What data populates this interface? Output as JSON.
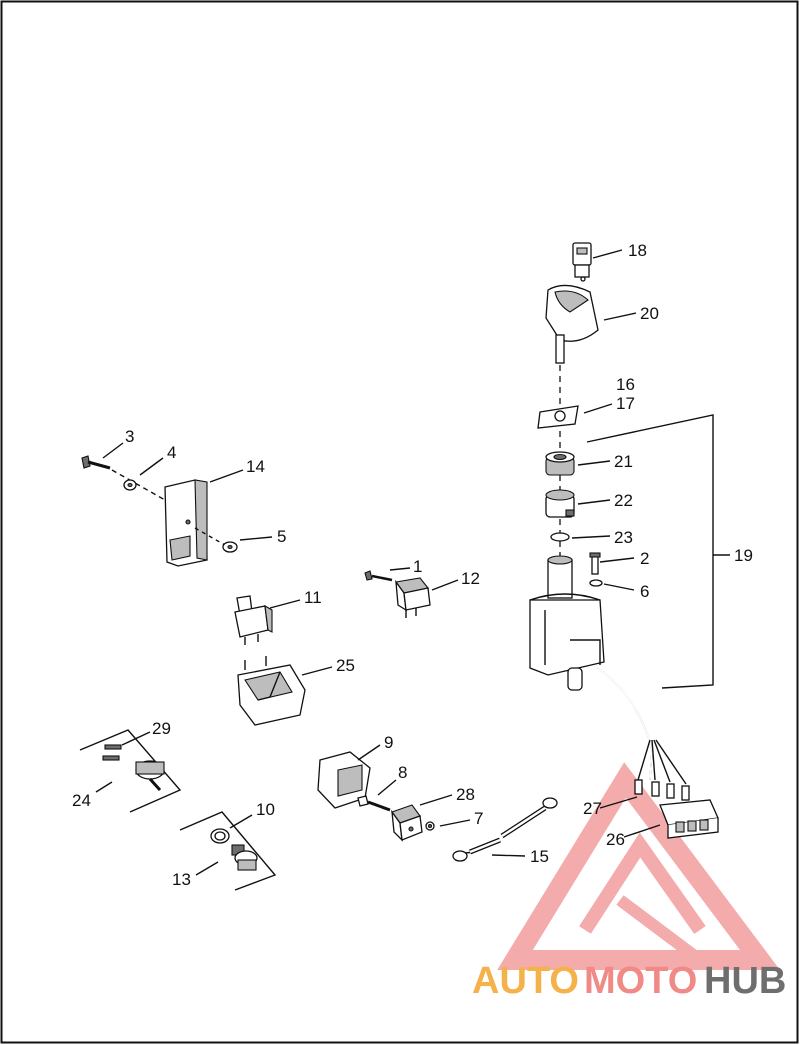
{
  "labels": {
    "l1": "1",
    "l2": "2",
    "l3": "3",
    "l4": "4",
    "l5": "5",
    "l6": "6",
    "l7": "7",
    "l8": "8",
    "l9": "9",
    "l10": "10",
    "l11": "11",
    "l12": "12",
    "l13": "13",
    "l14": "14",
    "l15": "15",
    "l16": "16",
    "l17": "17",
    "l18": "18",
    "l19": "19",
    "l20": "20",
    "l21": "21",
    "l22": "22",
    "l23": "23",
    "l24": "24",
    "l25": "25",
    "l26": "26",
    "l27": "27",
    "l28": "28",
    "l29": "29"
  },
  "watermark": {
    "part1": "AUTO",
    "part2": "MOTO",
    "part3": "HUB",
    "color1": "#f5b14a",
    "color2": "#f08a86",
    "color3": "#6e6e6e",
    "logo_color": "#ef8f8f"
  },
  "border_color": "#111111"
}
